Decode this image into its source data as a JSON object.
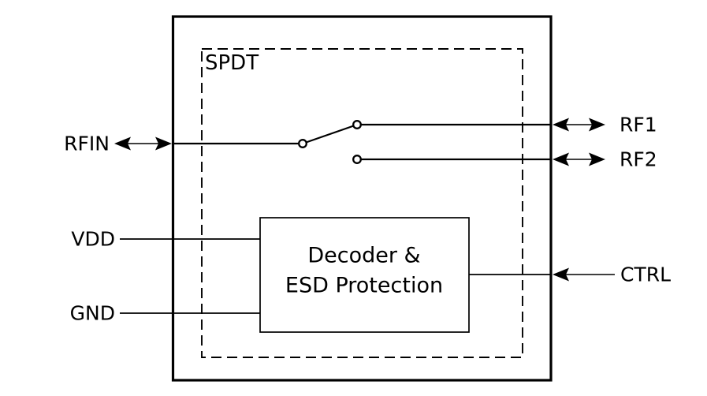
{
  "diagram": {
    "type": "block-diagram",
    "subject": "SPDT RF switch IC functional diagram",
    "colors": {
      "background": "#ffffff",
      "line": "#000000",
      "text": "#000000"
    },
    "switch_boundary_label": "SPDT",
    "block": {
      "line1": "Decoder &",
      "line2": "ESD Protection"
    },
    "ports": {
      "rfin": "RFIN",
      "rf1": "RF1",
      "rf2": "RF2",
      "vdd": "VDD",
      "gnd": "GND",
      "ctrl": "CTRL"
    }
  }
}
